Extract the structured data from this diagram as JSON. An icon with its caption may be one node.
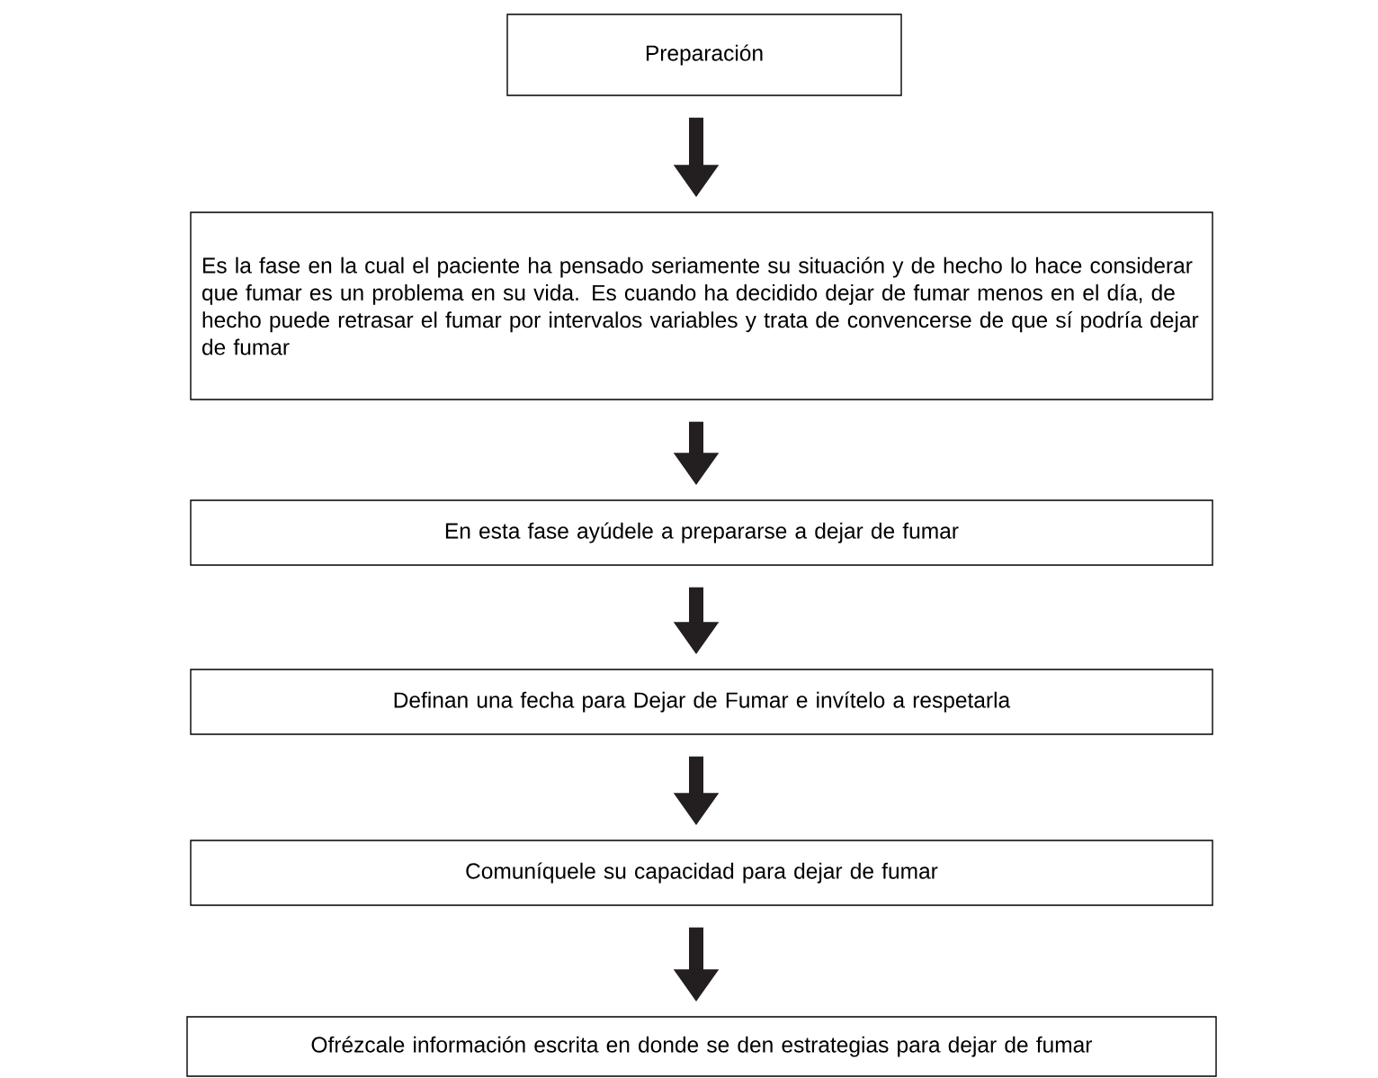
{
  "diagram": {
    "nodes": [
      {
        "text": [
          "Preparación"
        ]
      },
      {
        "text": [
          "Es la fase en la cual el paciente  ha pensado seriamente su situación y de hecho lo hace considerar que  fumar es un problema en su vida.  Es cuando ha decidido dejar de fumar menos en el día, de hecho puede retrasar el fumar por intervalos variables y trata de convencerse de que sí podría dejar de fumar"
        ]
      },
      {
        "text": [
          "En esta fase ayúdele a prepararse a dejar de fumar"
        ]
      },
      {
        "text": [
          "Definan una fecha para Dejar de Fumar  e invítelo a respetarla"
        ]
      },
      {
        "text": [
          "Comuníquele  su capacidad para dejar de fumar"
        ]
      },
      {
        "text": [
          "Ofrézcale información escrita en donde se den estrategias para dejar de fumar"
        ]
      }
    ],
    "edges": [
      {
        "from": 0,
        "to": 1,
        "arrow": "to"
      },
      {
        "from": 1,
        "to": 2,
        "arrow": "to"
      },
      {
        "from": 2,
        "to": 3,
        "arrow": "to"
      },
      {
        "from": 3,
        "to": 4,
        "arrow": "to"
      },
      {
        "from": 4,
        "to": 5,
        "arrow": "to"
      }
    ]
  }
}
